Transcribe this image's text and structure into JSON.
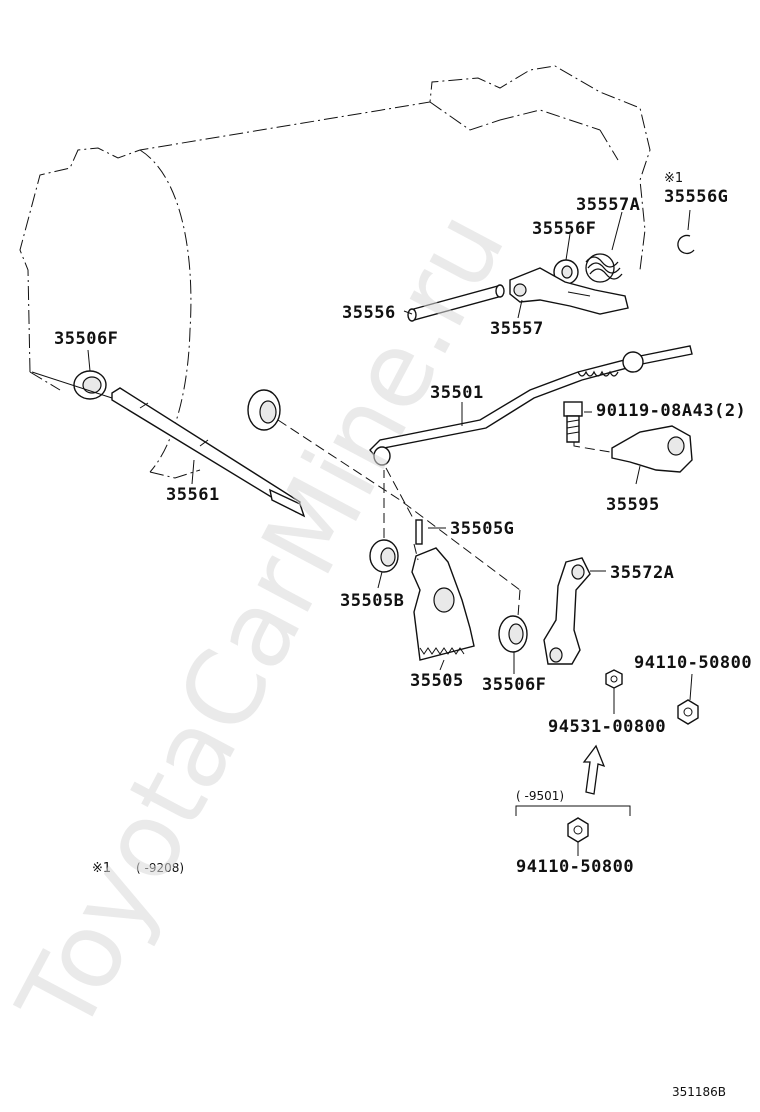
{
  "watermark": "ToyotaCarMine.ru",
  "labels": {
    "p35557A": "35557A",
    "note1_mark": "※1",
    "p35556G": "35556G",
    "p35556F": "35556F",
    "p35556": "35556",
    "p35557": "35557",
    "p35506F_top": "35506F",
    "p35501": "35501",
    "p90119": "90119-08A43(2)",
    "p35595": "35595",
    "p35561": "35561",
    "p35505G": "35505G",
    "p35572A": "35572A",
    "p35505B": "35505B",
    "p35505": "35505",
    "p35506F_bottom": "35506F",
    "p94110_top": "94110-50800",
    "p94531": "94531-00800",
    "range_9501": "(     -9501)",
    "p94110_bottom": "94110-50800",
    "footnote_mark": "※1",
    "footnote_range": "(     -9208)",
    "diagram_code": "351186B"
  }
}
